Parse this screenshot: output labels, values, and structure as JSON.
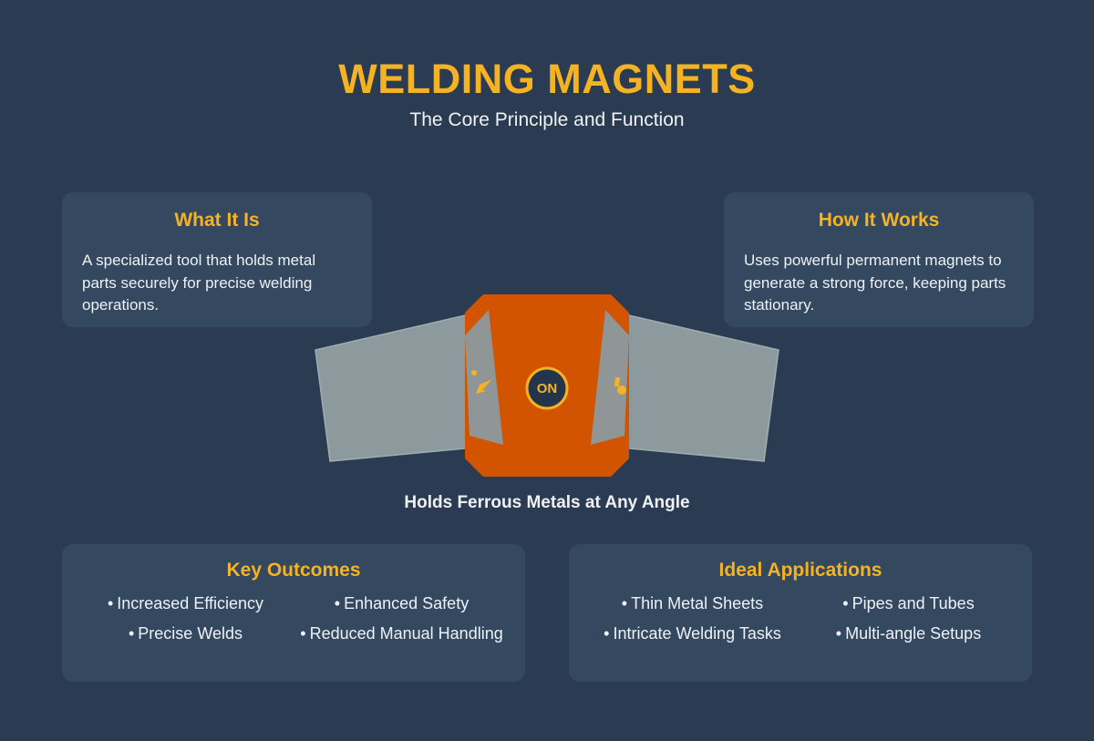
{
  "header": {
    "title": "WELDING MAGNETS",
    "subtitle": "The Core Principle and Function"
  },
  "cards": {
    "what_it_is": {
      "title": "What It Is",
      "body": "A specialized tool that holds metal parts securely for precise welding operations."
    },
    "how_it_works": {
      "title": "How It Works",
      "body": "Uses powerful permanent magnets to generate a strong force, keeping parts stationary."
    },
    "key_outcomes": {
      "title": "Key Outcomes",
      "bullet": "•",
      "items": [
        "Increased Efficiency",
        "Enhanced Safety",
        "Precise Welds",
        "Reduced Manual Handling"
      ]
    },
    "ideal_applications": {
      "title": "Ideal Applications",
      "bullet": "•",
      "items": [
        "Thin Metal Sheets",
        "Pipes and Tubes",
        "Intricate Welding Tasks",
        "Multi-angle Setups"
      ]
    }
  },
  "illustration": {
    "status_label": "ON",
    "caption": "Holds Ferrous Metals at Any Angle"
  },
  "colors": {
    "background": "#2b3b51",
    "card": "#34485f",
    "accent_gold": "#f5b324",
    "magnet_orange": "#d35400",
    "metal_gray": "#8c9a9e",
    "text_light": "#eef2f6"
  }
}
